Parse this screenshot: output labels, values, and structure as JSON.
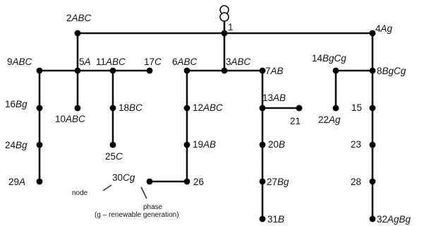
{
  "nodes": [
    {
      "id": "1",
      "phase": ""
    },
    {
      "id": "2",
      "phase": "ABC"
    },
    {
      "id": "3",
      "phase": "ABC"
    },
    {
      "id": "4",
      "phase": "Ag"
    },
    {
      "id": "5",
      "phase": "A"
    },
    {
      "id": "6",
      "phase": "ABC"
    },
    {
      "id": "7",
      "phase": "AB"
    },
    {
      "id": "8",
      "phase": "BgCg"
    },
    {
      "id": "9",
      "phase": "ABC"
    },
    {
      "id": "10",
      "phase": "ABC"
    },
    {
      "id": "11",
      "phase": "ABC"
    },
    {
      "id": "12",
      "phase": "ABC"
    },
    {
      "id": "13",
      "phase": "AB"
    },
    {
      "id": "14",
      "phase": "BgCg"
    },
    {
      "id": "15",
      "phase": ""
    },
    {
      "id": "16",
      "phase": "Bg"
    },
    {
      "id": "17",
      "phase": "C"
    },
    {
      "id": "18",
      "phase": "BC"
    },
    {
      "id": "19",
      "phase": "AB"
    },
    {
      "id": "20",
      "phase": "B"
    },
    {
      "id": "21",
      "phase": ""
    },
    {
      "id": "22",
      "phase": "Ag"
    },
    {
      "id": "23",
      "phase": ""
    },
    {
      "id": "24",
      "phase": "Bg"
    },
    {
      "id": "25",
      "phase": "C"
    },
    {
      "id": "26",
      "phase": ""
    },
    {
      "id": "27",
      "phase": "Bg"
    },
    {
      "id": "28",
      "phase": ""
    },
    {
      "id": "29",
      "phase": "A"
    },
    {
      "id": "30",
      "phase": "Cg"
    },
    {
      "id": "31",
      "phase": "B"
    },
    {
      "id": "32",
      "phase": "AgBg"
    }
  ],
  "legend": {
    "node_label": "node",
    "phase_label": "phase",
    "phase_note": "(g – renewable generation)"
  }
}
